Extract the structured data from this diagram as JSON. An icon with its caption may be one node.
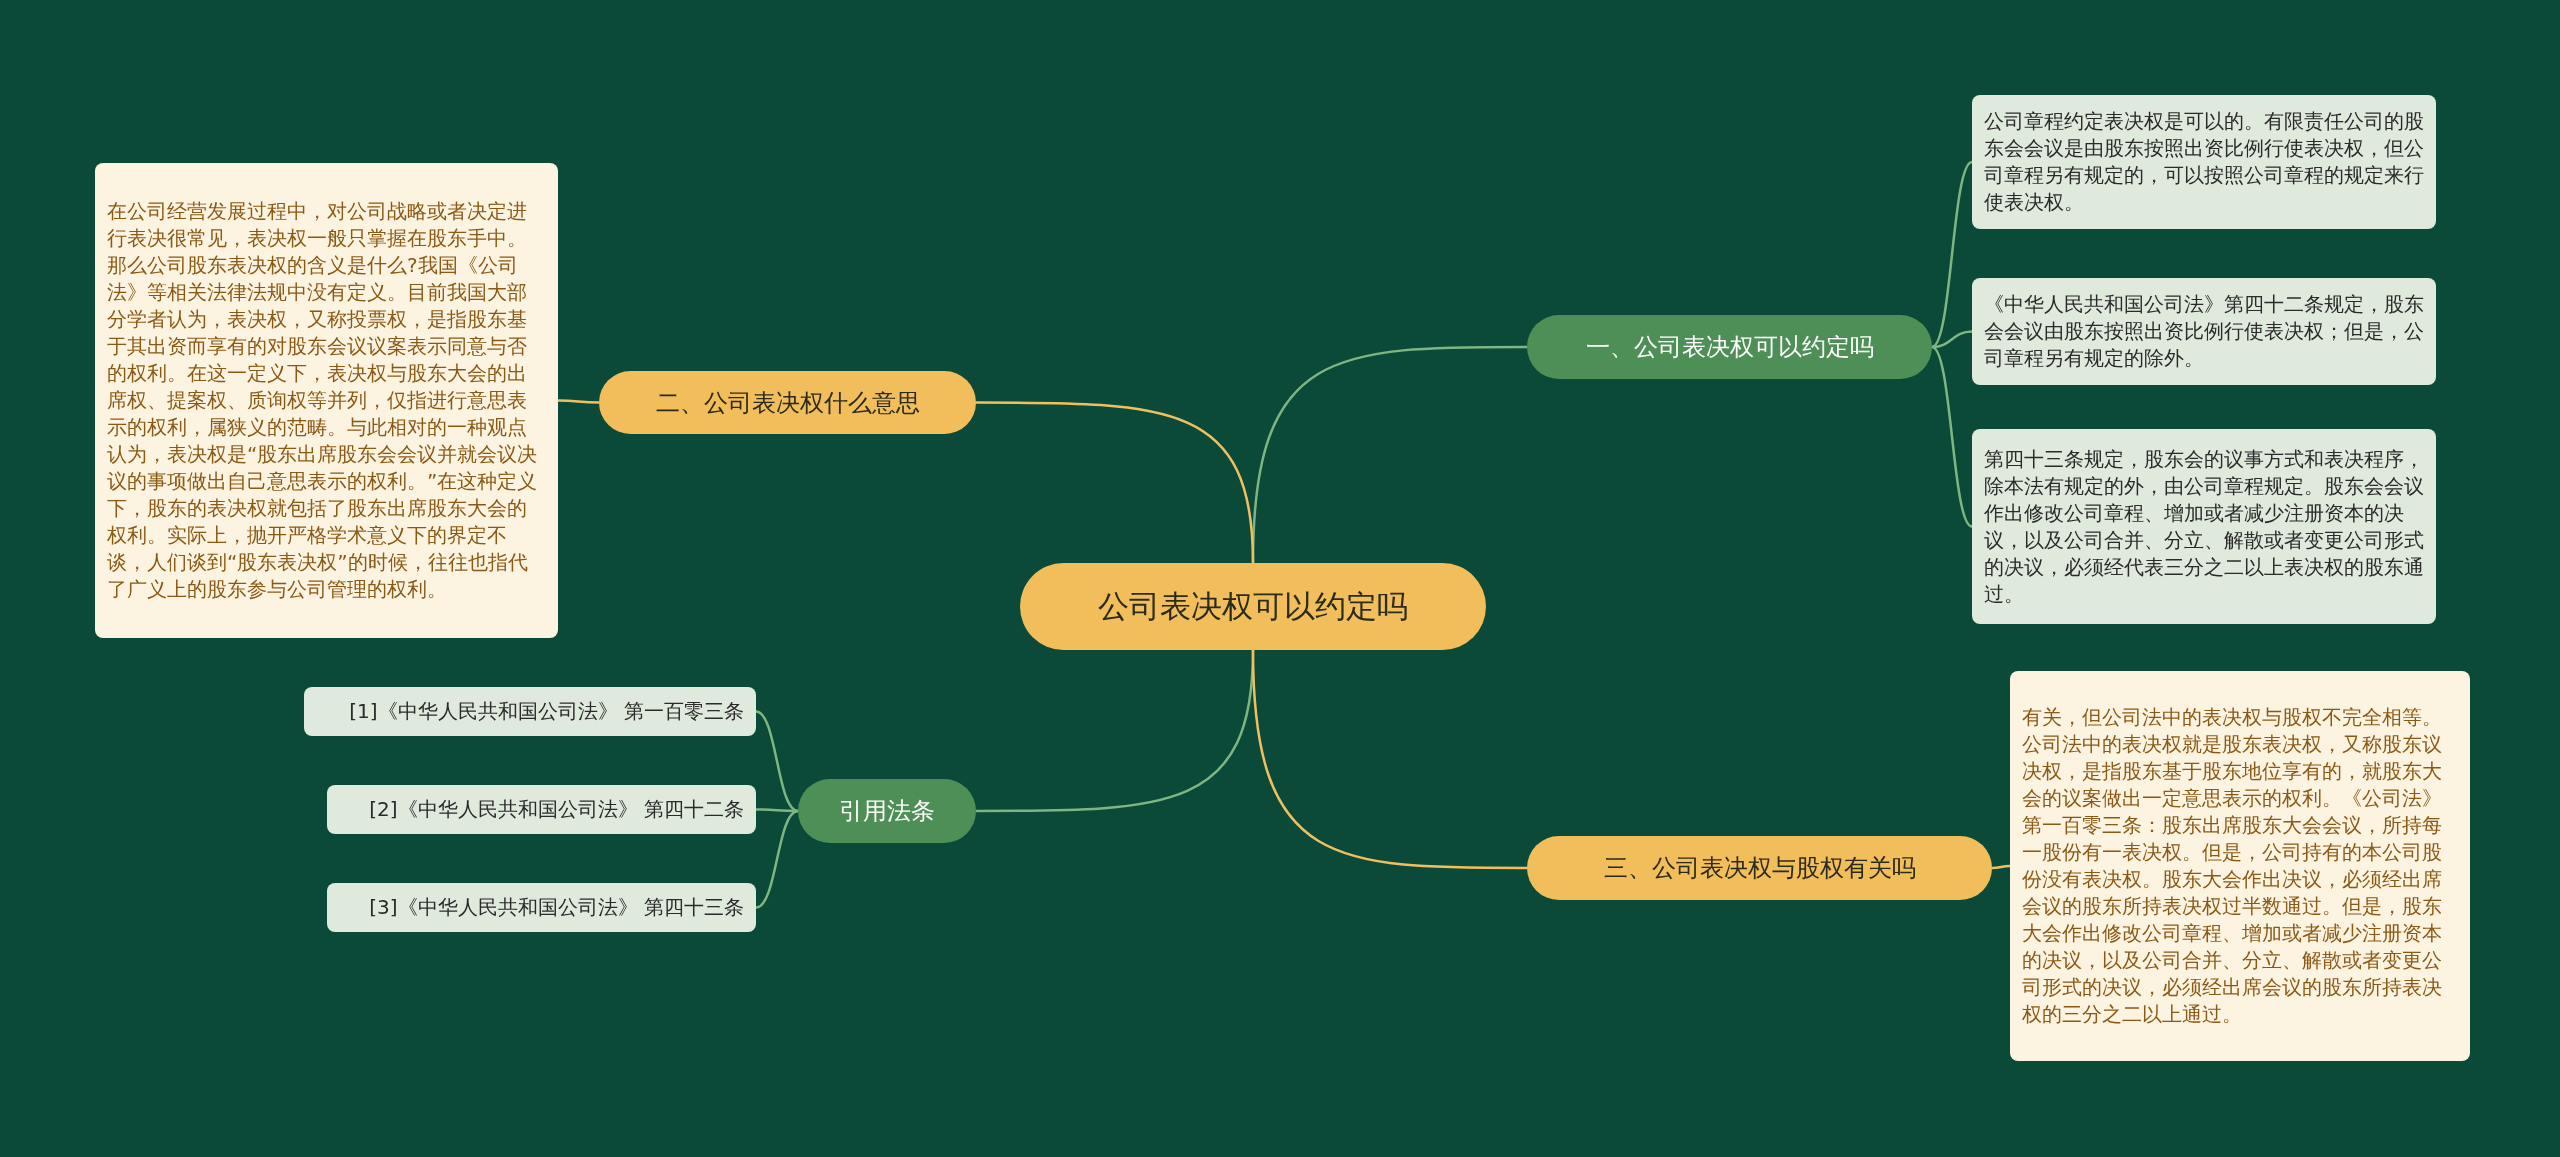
{
  "diagram": {
    "nodes": [
      {
        "text": [
          "公司表决权可以约定吗"
        ]
      },
      {
        "text": [
          "二、公司表决权什么意思"
        ]
      },
      {
        "text": [
          "在公司经营发展过程中，对公司战略或者决定进行表决很常见，表决权一般只掌握在股东手中。那么公司股东表决权的含义是什么?我国《公司法》等相关法律法规中没有定义。目前我国大部分学者认为，表决权，又称投票权，是指股东基于其出资而享有的对股东会议议案表示同意与否的权利。在这一定义下，表决权与股东大会的出席权、提案权、质询权等并列，仅指进行意思表示的权利，属狭义的范畴。与此相对的一种观点认为，表决权是“股东出席股东会会议并就会议决议的事项做出自己意思表示的权利。”在这种定义下，股东的表决权就包括了股东出席股东大会的权利。实际上，抛开严格学术意义下的界定不谈，人们谈到“股东表决权”的时候，往往也指代了广义上的股东参与公司管理的权利。"
        ]
      },
      {
        "text": [
          "引用法条"
        ]
      },
      {
        "text": [
          "[1]《中华人民共和国公司法》 第一百零三条"
        ]
      },
      {
        "text": [
          "[2]《中华人民共和国公司法》 第四十二条"
        ]
      },
      {
        "text": [
          "[3]《中华人民共和国公司法》 第四十三条"
        ]
      },
      {
        "text": [
          "一、公司表决权可以约定吗"
        ]
      },
      {
        "text": [
          "公司章程约定表决权是可以的。有限责任公司的股东会会议是由股东按照出资比例行使表决权，但公司章程另有规定的，可以按照公司章程的规定来行使表决权。"
        ]
      },
      {
        "text": [
          "《中华人民共和国公司法》第四十二条规定，股东会会议由股东按照出资比例行使表决权；但是，公司章程另有规定的除外。"
        ]
      },
      {
        "text": [
          "第四十三条规定，股东会的议事方式和表决程序，除本法有规定的外，由公司章程规定。股东会会议作出修改公司章程、增加或者减少注册资本的决议，以及公司合并、分立、解散或者变更公司形式的决议，必须经代表三分之二以上表决权的股东通过。"
        ]
      },
      {
        "text": [
          "三、公司表决权与股权有关吗"
        ]
      },
      {
        "text": [
          "有关，但公司法中的表决权与股权不完全相等。公司法中的表决权就是股东表决权，又称股东议决权，是指股东基于股东地位享有的，就股东大会的议案做出一定意思表示的权利。《公司法》第一百零三条：股东出席股东大会会议，所持每一股份有一表决权。但是，公司持有的本公司股份没有表决权。股东大会作出决议，必须经出席会议的股东所持表决权过半数通过。但是，股东大会作出修改公司章程、增加或者减少注册资本的决议，以及公司合并、分立、解散或者变更公司形式的决议，必须经出席会议的股东所持表决权的三分之二以上通过。"
        ]
      }
    ],
    "edges": [
      {
        "from": 0,
        "to": 7,
        "arrow": "none"
      },
      {
        "from": 0,
        "to": 1,
        "arrow": "none",
        "color": "#f0c060"
      },
      {
        "from": 0,
        "to": 3,
        "arrow": "none"
      },
      {
        "from": 0,
        "to": 11,
        "arrow": "none",
        "color": "#f0c060"
      },
      {
        "from": 7,
        "to": 8,
        "arrow": "none"
      },
      {
        "from": 7,
        "to": 9,
        "arrow": "none"
      },
      {
        "from": 7,
        "to": 10,
        "arrow": "none"
      },
      {
        "from": 1,
        "to": 2,
        "arrow": "none",
        "color": "#f0c060"
      },
      {
        "from": 3,
        "to": 4,
        "arrow": "none"
      },
      {
        "from": 3,
        "to": 5,
        "arrow": "none"
      },
      {
        "from": 3,
        "to": 6,
        "arrow": "none"
      },
      {
        "from": 11,
        "to": 12,
        "arrow": "none",
        "color": "#f0c060"
      }
    ]
  }
}
